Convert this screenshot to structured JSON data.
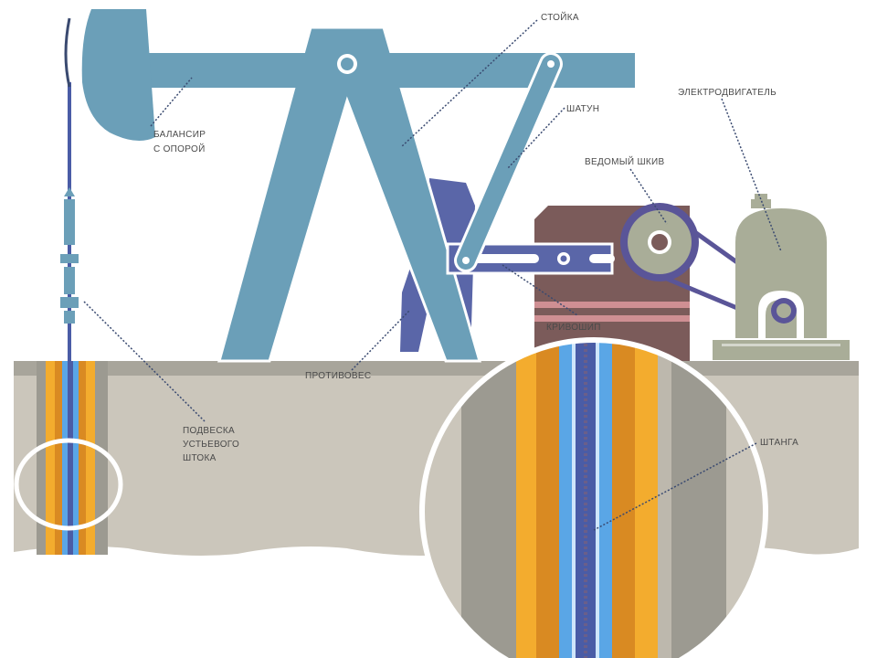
{
  "labels": {
    "stoyka": "СТОЙКА",
    "balansir_1": "БАЛАНСИР",
    "balansir_2": "С ОПОРОЙ",
    "shatun": "ШАТУН",
    "motor": "ЭЛЕКТРОДВИГАТЕЛЬ",
    "pulley": "ВЕДОМЫЙ ШКИВ",
    "crank": "КРИВОШИП",
    "counterweight": "ПРОТИВОВЕС",
    "hanger_1": "ПОДВЕСКА",
    "hanger_2": "УСТЬЕВОГО",
    "hanger_3": "ШТОКА",
    "rod": "ШТАНГА"
  },
  "colors": {
    "beam": "#6b9fb8",
    "counterweight": "#5a66a8",
    "gearbox": "#7b5b5a",
    "gearbox_stripe": "#cf8f93",
    "motor": "#a9ad98",
    "ground": "#cbc6bb",
    "ground_top": "#a8a59b",
    "orange": "#f3ac2e",
    "dark_orange": "#d98a22",
    "light_blue": "#5aa6e6",
    "dark_blue": "#4a5ca6"
  }
}
